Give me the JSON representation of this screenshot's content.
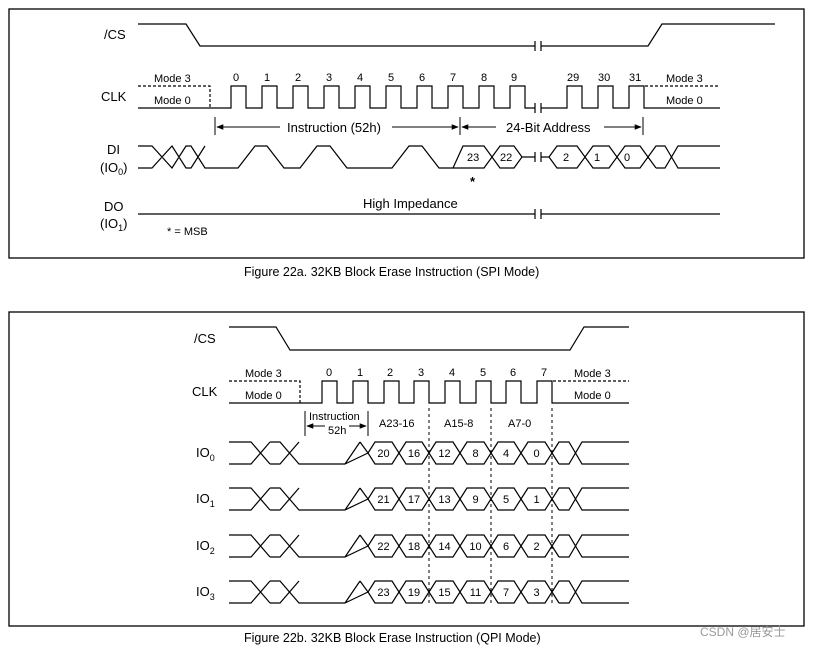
{
  "fig_a": {
    "signals": {
      "cs": "/CS",
      "clk": "CLK",
      "di_main": "DI",
      "di_sub": "(IO",
      "di_sub_idx": "0",
      "do_main": "DO",
      "do_sub": "(IO",
      "do_sub_idx": "1"
    },
    "mode3": "Mode 3",
    "mode0": "Mode 0",
    "clk_nums": [
      "0",
      "1",
      "2",
      "3",
      "4",
      "5",
      "6",
      "7",
      "8",
      "9",
      "29",
      "30",
      "31"
    ],
    "instruction": "Instruction (52h)",
    "address": "24-Bit Address",
    "data_bits": [
      "23",
      "22",
      "2",
      "1",
      "0"
    ],
    "msb_star": "*",
    "high_z": "High Impedance",
    "msb_note": "* = MSB",
    "caption": "Figure 22a. 32KB Block Erase Instruction (SPI Mode)"
  },
  "fig_b": {
    "signals": {
      "cs": "/CS",
      "clk": "CLK",
      "io": "IO",
      "io_idx": [
        "0",
        "1",
        "2",
        "3"
      ]
    },
    "mode3": "Mode 3",
    "mode0": "Mode 0",
    "clk_nums": [
      "0",
      "1",
      "2",
      "3",
      "4",
      "5",
      "6",
      "7"
    ],
    "instr_1": "Instruction",
    "instr_2": "52h",
    "addr_groups": [
      "A23-16",
      "A15-8",
      "A7-0"
    ],
    "io_bits": [
      [
        "20",
        "16",
        "12",
        "8",
        "4",
        "0"
      ],
      [
        "21",
        "17",
        "13",
        "9",
        "5",
        "1"
      ],
      [
        "22",
        "18",
        "14",
        "10",
        "6",
        "2"
      ],
      [
        "23",
        "19",
        "15",
        "11",
        "7",
        "3"
      ]
    ],
    "caption": "Figure 22b. 32KB Block Erase Instruction (QPI Mode)"
  },
  "watermark": "CSDN @居安士"
}
